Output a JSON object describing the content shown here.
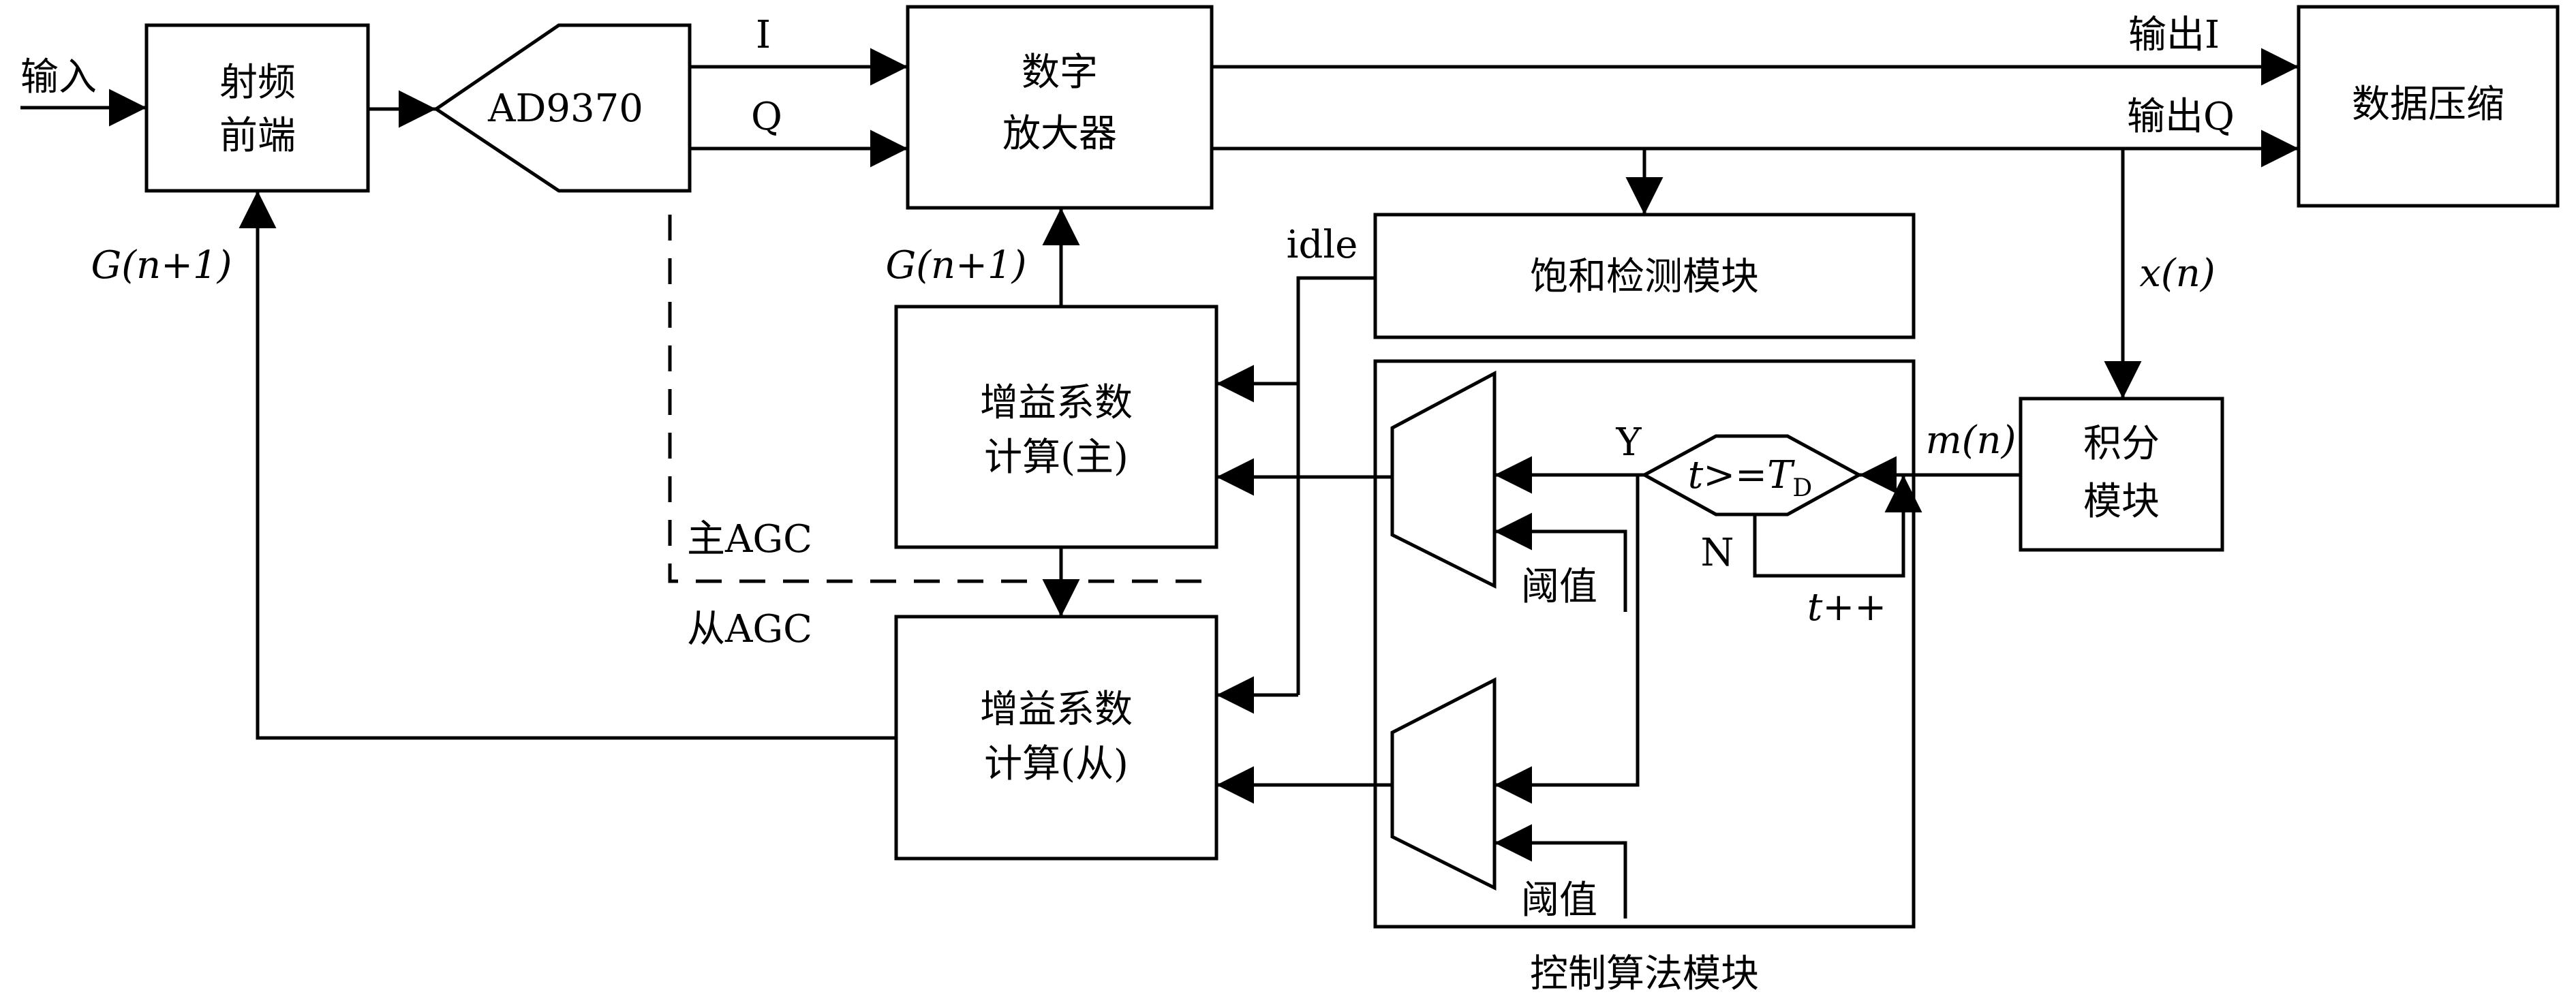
{
  "diagram": {
    "input_label": "输入",
    "rf_frontend": {
      "line1": "射频",
      "line2": "前端"
    },
    "ad9370_label": "AD9370",
    "i_label": "I",
    "q_label": "Q",
    "digital_amp": {
      "line1": "数字",
      "line2": "放大器"
    },
    "output_i_label": "输出I",
    "output_q_label": "输出Q",
    "data_compression_label": "数据压缩",
    "saturation_detect_label": "饱和检测模块",
    "idle_label": "idle",
    "g_feedback_left": "G(n+1)",
    "g_feedback_mid": "G(n+1)",
    "xn_label": "x(n)",
    "mn_label": "m(n)",
    "integrator": {
      "line1": "积分",
      "line2": "模块"
    },
    "gain_master": {
      "line1": "增益系数",
      "line2": "计算(主)"
    },
    "gain_slave": {
      "line1": "增益系数",
      "line2": "计算(从)"
    },
    "master_agc_label": "主AGC",
    "slave_agc_label": "从AGC",
    "decision": {
      "t": "t",
      "op": ">=",
      "T": "T",
      "sub": "D"
    },
    "yes_label": "Y",
    "no_label": "N",
    "increment": {
      "t": "t",
      "op": "++"
    },
    "threshold_label_1": "阈值",
    "threshold_label_2": "阈值",
    "control_module_label": "控制算法模块"
  }
}
